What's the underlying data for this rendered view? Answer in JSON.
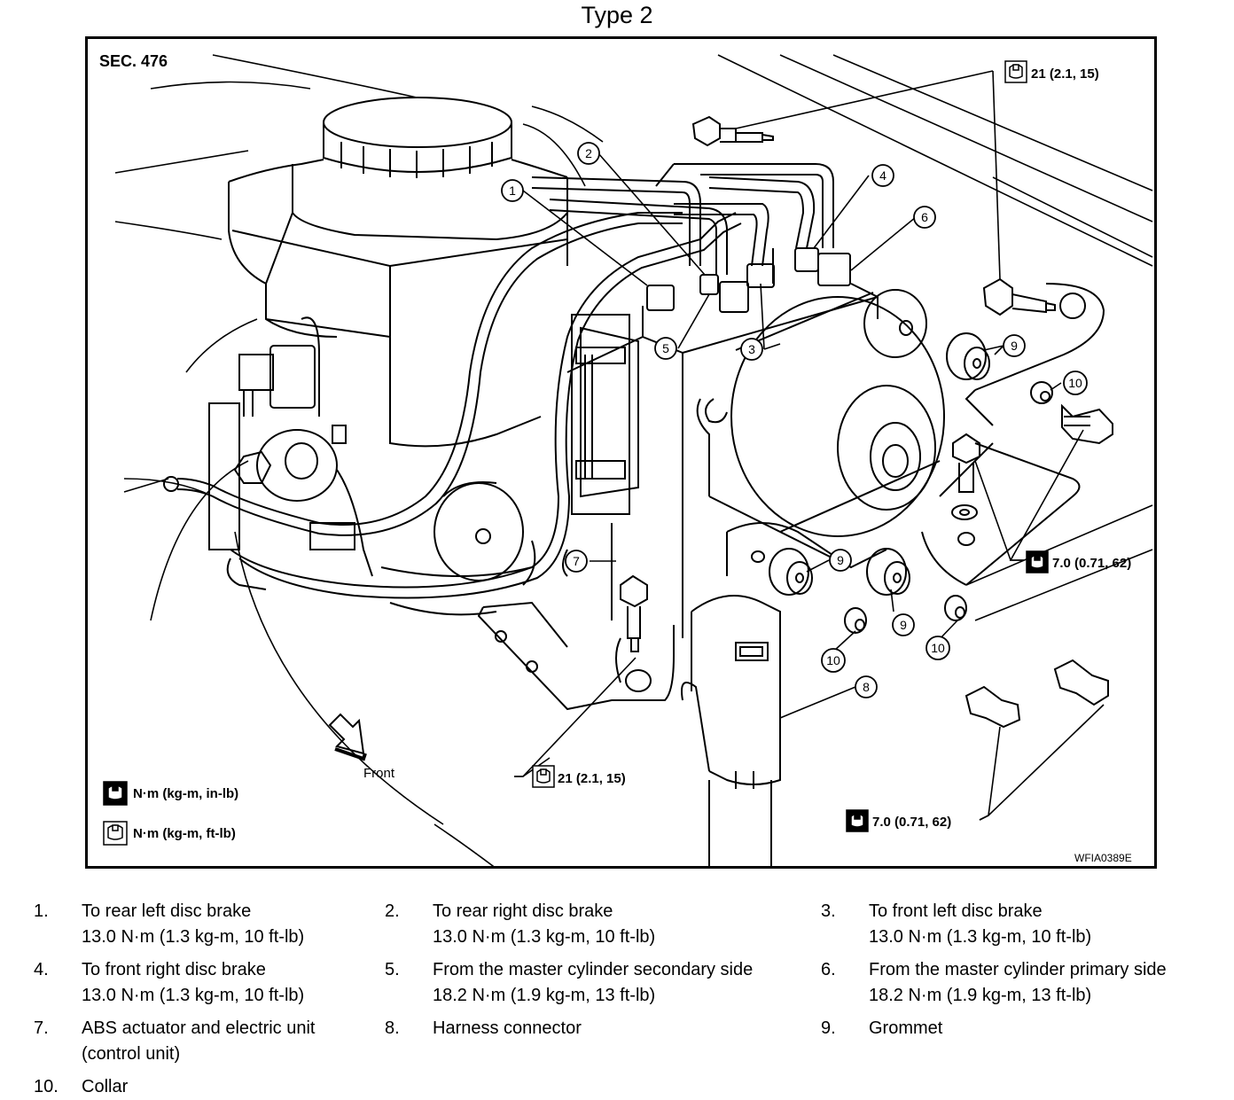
{
  "title": "Type 2",
  "diagram": {
    "section": "SEC. 476",
    "code": "WFIA0389E",
    "front_label": "Front",
    "torque_top_right": "21 (2.1, 15)",
    "torque_bottom_center": "21 (2.1, 15)",
    "torque_right_mid": "7.0 (0.71, 62)",
    "torque_bottom_right": "7.0 (0.71, 62)",
    "unit_inlb": "N·m (kg-m, in-lb)",
    "unit_ftlb": "N·m (kg-m, ft-lb)",
    "callouts": [
      "1",
      "2",
      "3",
      "4",
      "5",
      "6",
      "7",
      "8",
      "9",
      "9",
      "9",
      "10",
      "10",
      "10"
    ]
  },
  "legend": [
    {
      "num": "1.",
      "line1": "To rear left disc brake",
      "line2": "13.0 N·m (1.3 kg-m, 10 ft-lb)"
    },
    {
      "num": "2.",
      "line1": "To rear right disc brake",
      "line2": "13.0 N·m (1.3 kg-m, 10 ft-lb)"
    },
    {
      "num": "3.",
      "line1": "To front left disc brake",
      "line2": "13.0 N·m (1.3 kg-m, 10 ft-lb)"
    },
    {
      "num": "4.",
      "line1": "To front right disc brake",
      "line2": "13.0 N·m (1.3 kg-m, 10 ft-lb)"
    },
    {
      "num": "5.",
      "line1": "From the master cylinder secondary side",
      "line2": "18.2 N·m (1.9 kg-m, 13 ft-lb)"
    },
    {
      "num": "6.",
      "line1": "From the master cylinder primary side",
      "line2": "18.2 N·m (1.9 kg-m, 13 ft-lb)"
    },
    {
      "num": "7.",
      "line1": "ABS actuator and electric unit",
      "line2": "(control unit)"
    },
    {
      "num": "8.",
      "line1": "Harness connector",
      "line2": ""
    },
    {
      "num": "9.",
      "line1": "Grommet",
      "line2": ""
    },
    {
      "num": "10.",
      "line1": "Collar",
      "line2": ""
    }
  ]
}
